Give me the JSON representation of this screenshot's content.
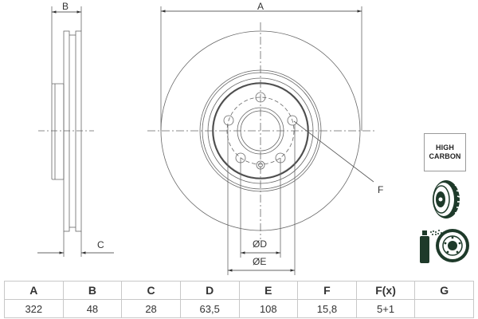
{
  "drawing": {
    "side_view": {
      "labels": {
        "B": "B",
        "C": "C"
      }
    },
    "front_view": {
      "labels": {
        "A": "A",
        "D": "ØD",
        "E": "ØE",
        "F": "F"
      }
    },
    "badges": {
      "high_carbon": {
        "line1": "HIGH",
        "line2": "CARBON"
      },
      "icons": [
        "vented-disc-icon",
        "coating-spray-icon"
      ],
      "icon_color": "#1e3a2a"
    }
  },
  "spec_table": {
    "headers": [
      "A",
      "B",
      "C",
      "D",
      "E",
      "F",
      "F(x)",
      "G"
    ],
    "values": [
      "322",
      "48",
      "28",
      "63,5",
      "108",
      "15,8",
      "5+1",
      ""
    ]
  },
  "colors": {
    "line": "#555555",
    "border": "#c8c8c8",
    "text": "#333333"
  }
}
